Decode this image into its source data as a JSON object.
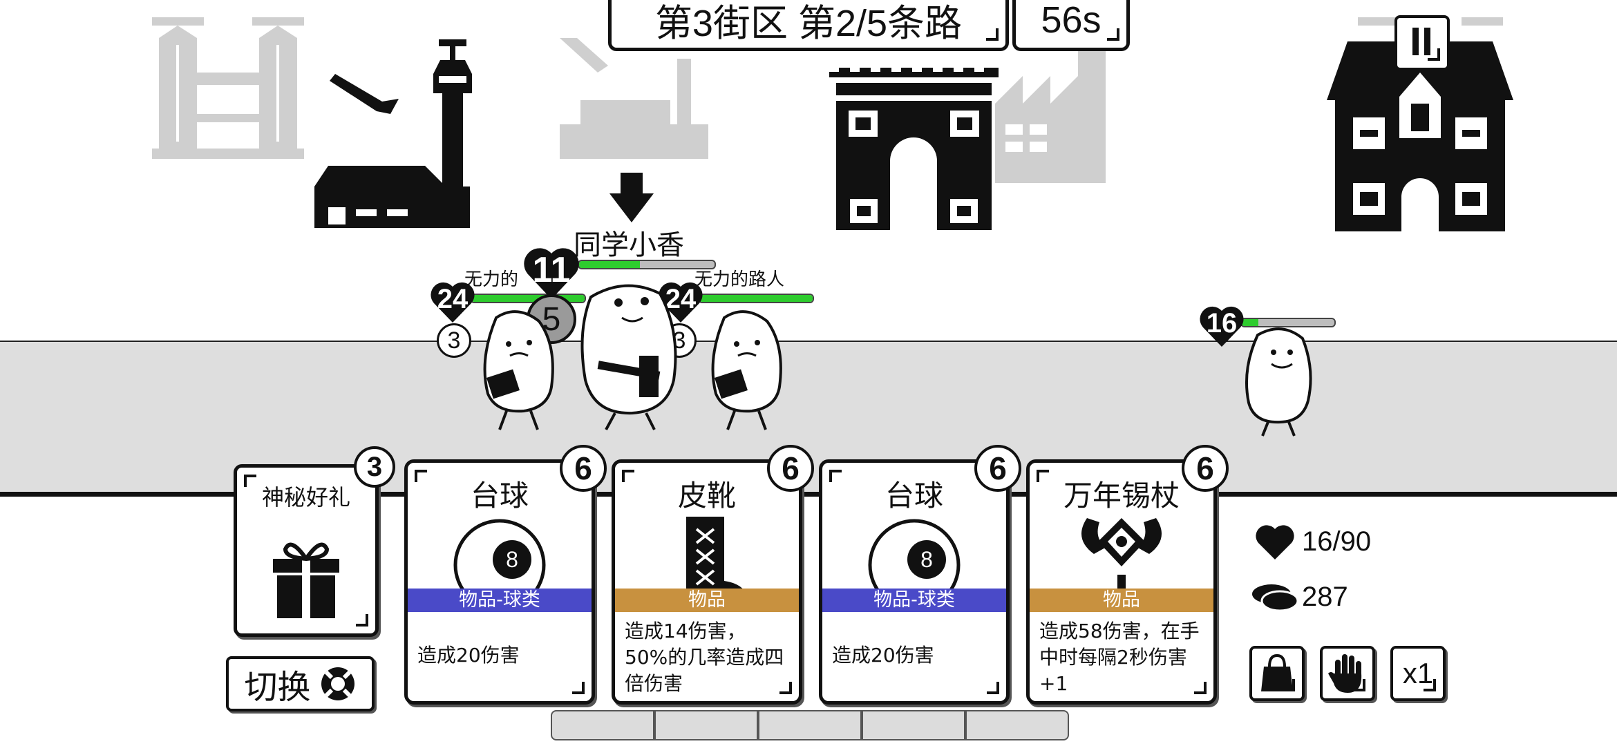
{
  "hud": {
    "location": "第3街区 第2/5条路",
    "timer": "56s"
  },
  "characters": {
    "target": {
      "name": "同学小香",
      "hp": "11",
      "shield": "5",
      "hp_fraction": 0.45
    },
    "enemy_left": {
      "name": "无力的",
      "hp": "24",
      "attack": "3",
      "hp_fraction": 1.0
    },
    "enemy_right": {
      "name": "无力的路人",
      "hp": "24",
      "attack": "3",
      "hp_fraction": 1.0
    },
    "player": {
      "hp": "16",
      "hp_fraction": 0.18
    }
  },
  "side_card": {
    "title": "神秘好礼",
    "cost": "3",
    "icon": "gift-icon"
  },
  "switch_button": {
    "label": "切换",
    "icon": "lifebuoy-icon"
  },
  "cards": [
    {
      "title": "台球",
      "cost": "6",
      "category": "物品-球类",
      "band_color": "#4a4ac8",
      "desc": "造成20伤害",
      "icon": "billiard-ball-8-icon",
      "ball_number": "8"
    },
    {
      "title": "皮靴",
      "cost": "6",
      "category": "物品",
      "band_color": "#c8913f",
      "desc": "造成14伤害，\n50%的几率造成四倍伤害",
      "icon": "boot-icon"
    },
    {
      "title": "台球",
      "cost": "6",
      "category": "物品-球类",
      "band_color": "#4a4ac8",
      "desc": "造成20伤害",
      "icon": "billiard-ball-8-icon",
      "ball_number": "8"
    },
    {
      "title": "万年锡杖",
      "cost": "6",
      "category": "物品",
      "band_color": "#c8913f",
      "desc": "造成58伤害，在手中时每隔2秒伤害+1",
      "icon": "staff-icon"
    }
  ],
  "stats": {
    "health": "16/90",
    "coins": "287"
  },
  "buttons": {
    "speed": "x1",
    "bag_icon": "shopping-bag-icon",
    "hand_icon": "hand-icon",
    "pause_icon": "pause-icon"
  }
}
